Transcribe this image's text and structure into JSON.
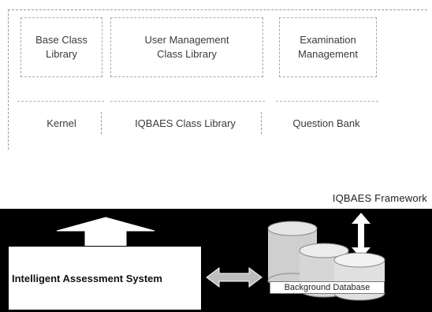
{
  "boxes": {
    "base_class_library": [
      "Base Class",
      "Library"
    ],
    "user_management": [
      "User Management",
      "Class Library"
    ],
    "examination_management": [
      "Examination",
      "Management"
    ]
  },
  "row2": {
    "kernel": "Kernel",
    "iqbaes_class_library": "IQBAES Class Library",
    "question_bank": "Question Bank"
  },
  "framework_label": "IQBAES Framework",
  "system_label": "Intelligent Assessment System",
  "database_label": "Background Database"
}
